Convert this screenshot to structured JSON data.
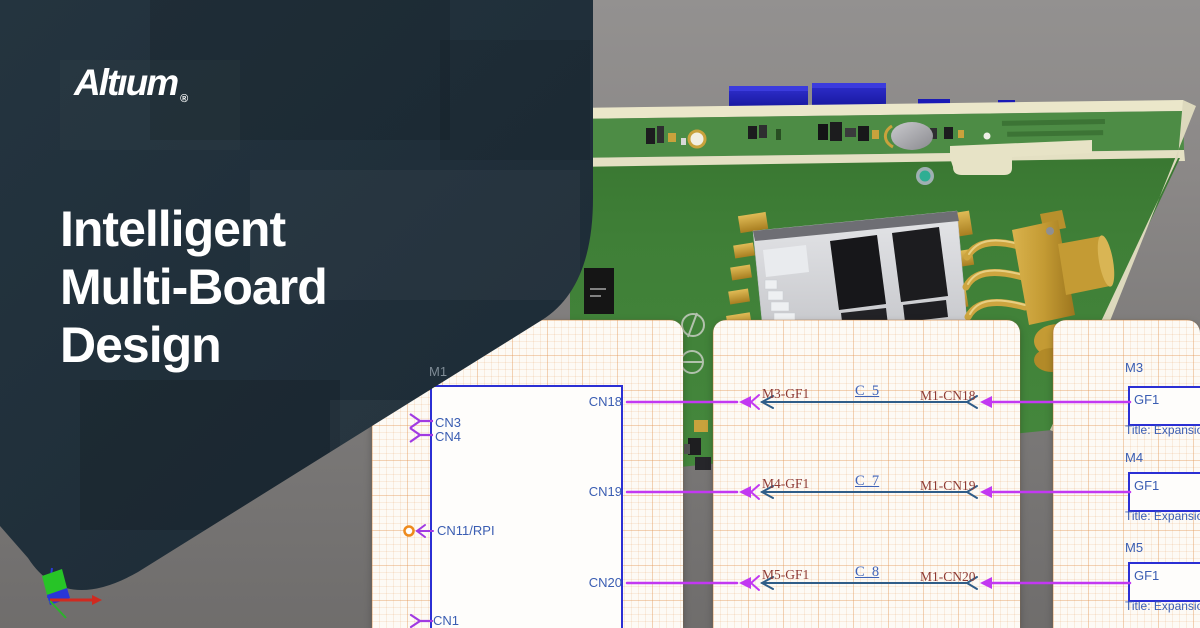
{
  "brand": {
    "name": "Altıum",
    "registered": "®"
  },
  "headline": {
    "lines": [
      "Intelligent",
      "Multi-Board",
      "Design"
    ]
  },
  "schematic": {
    "module1": {
      "designator": "M1",
      "left_pins": [
        "CN3",
        "CN4",
        "CN11/RPI",
        "CN1"
      ],
      "right_pins": [
        "CN18",
        "CN19",
        "CN20"
      ]
    },
    "connections": [
      {
        "from": "M3-GF1",
        "cable": "C_5",
        "to": "M1-CN18"
      },
      {
        "from": "M4-GF1",
        "cable": "C_7",
        "to": "M1-CN19"
      },
      {
        "from": "M5-GF1",
        "cable": "C_8",
        "to": "M1-CN20"
      }
    ],
    "expansion_modules": [
      {
        "designator": "M3",
        "port": "GF1",
        "title": "Title: Expansio"
      },
      {
        "designator": "M4",
        "port": "GF1",
        "title": "Title: Expansio"
      },
      {
        "designator": "M5",
        "port": "GF1",
        "title": "Title: Expansio"
      }
    ]
  },
  "colors": {
    "overlay_navy": "#22313f",
    "wire_purple": "#c238f2",
    "wire_blue": "#2f5d88",
    "block_border_blue": "#2b2fd4",
    "pin_label_blue": "#3a5db2",
    "net_label_red": "#8e3a33",
    "pcb_green": "#41823a",
    "board_edge_cream": "#e9e5c8",
    "connector_blue": "#1b1bb5",
    "gold": "#c9a23c",
    "port_circle_orange": "#ee8a1c",
    "viewport_gray": "#8b8887"
  }
}
